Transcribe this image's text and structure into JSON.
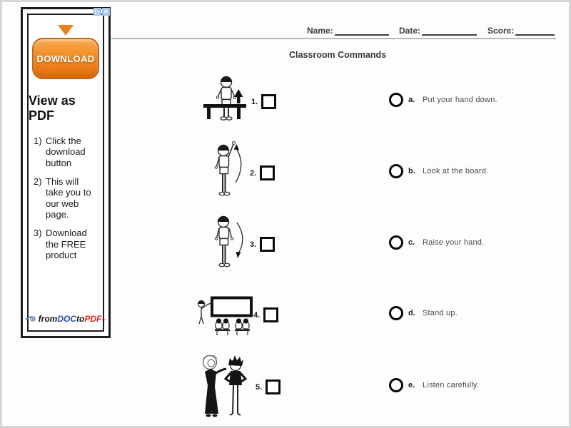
{
  "ad": {
    "adchoices_glyph": "▷",
    "close_glyph": "✕",
    "download_label": "DOWNLOAD",
    "headline": "View as PDF",
    "steps": [
      {
        "num": "1)",
        "text": "Click the download button"
      },
      {
        "num": "2)",
        "text": "This will take you to our web page."
      },
      {
        "num": "3)",
        "text": "Download the FREE product"
      }
    ],
    "logo": {
      "from": "from",
      "doc": "DOC",
      "to": "to",
      "pdf": "PDF",
      "tm": "™"
    },
    "colors": {
      "button_orange": "#ee7f1b",
      "triangle_orange": "#e8821e",
      "doc_blue": "#2a4da0",
      "pdf_red": "#d9281f",
      "adchoices_blue": "#a4c6e4"
    }
  },
  "worksheet": {
    "header": {
      "name_label": "Name:",
      "date_label": "Date:",
      "score_label": "Score:"
    },
    "title": "Classroom Commands",
    "items": [
      {
        "num": "1.",
        "image": "boy-standing-up-behind-bench-with-up-arrow"
      },
      {
        "num": "2.",
        "image": "boy-raising-hand-with-arc-arrow-up"
      },
      {
        "num": "3.",
        "image": "boy-putting-hand-down-with-arc-arrow-down"
      },
      {
        "num": "4.",
        "image": "teacher-pointing-at-board-with-students"
      },
      {
        "num": "5.",
        "image": "woman-speaking-into-boys-ear"
      }
    ],
    "options": [
      {
        "letter": "a.",
        "text": "Put your hand down."
      },
      {
        "letter": "b.",
        "text": "Look at the board."
      },
      {
        "letter": "c.",
        "text": "Raise your hand."
      },
      {
        "letter": "d.",
        "text": "Stand up."
      },
      {
        "letter": "e.",
        "text": "Listen carefully."
      }
    ]
  }
}
